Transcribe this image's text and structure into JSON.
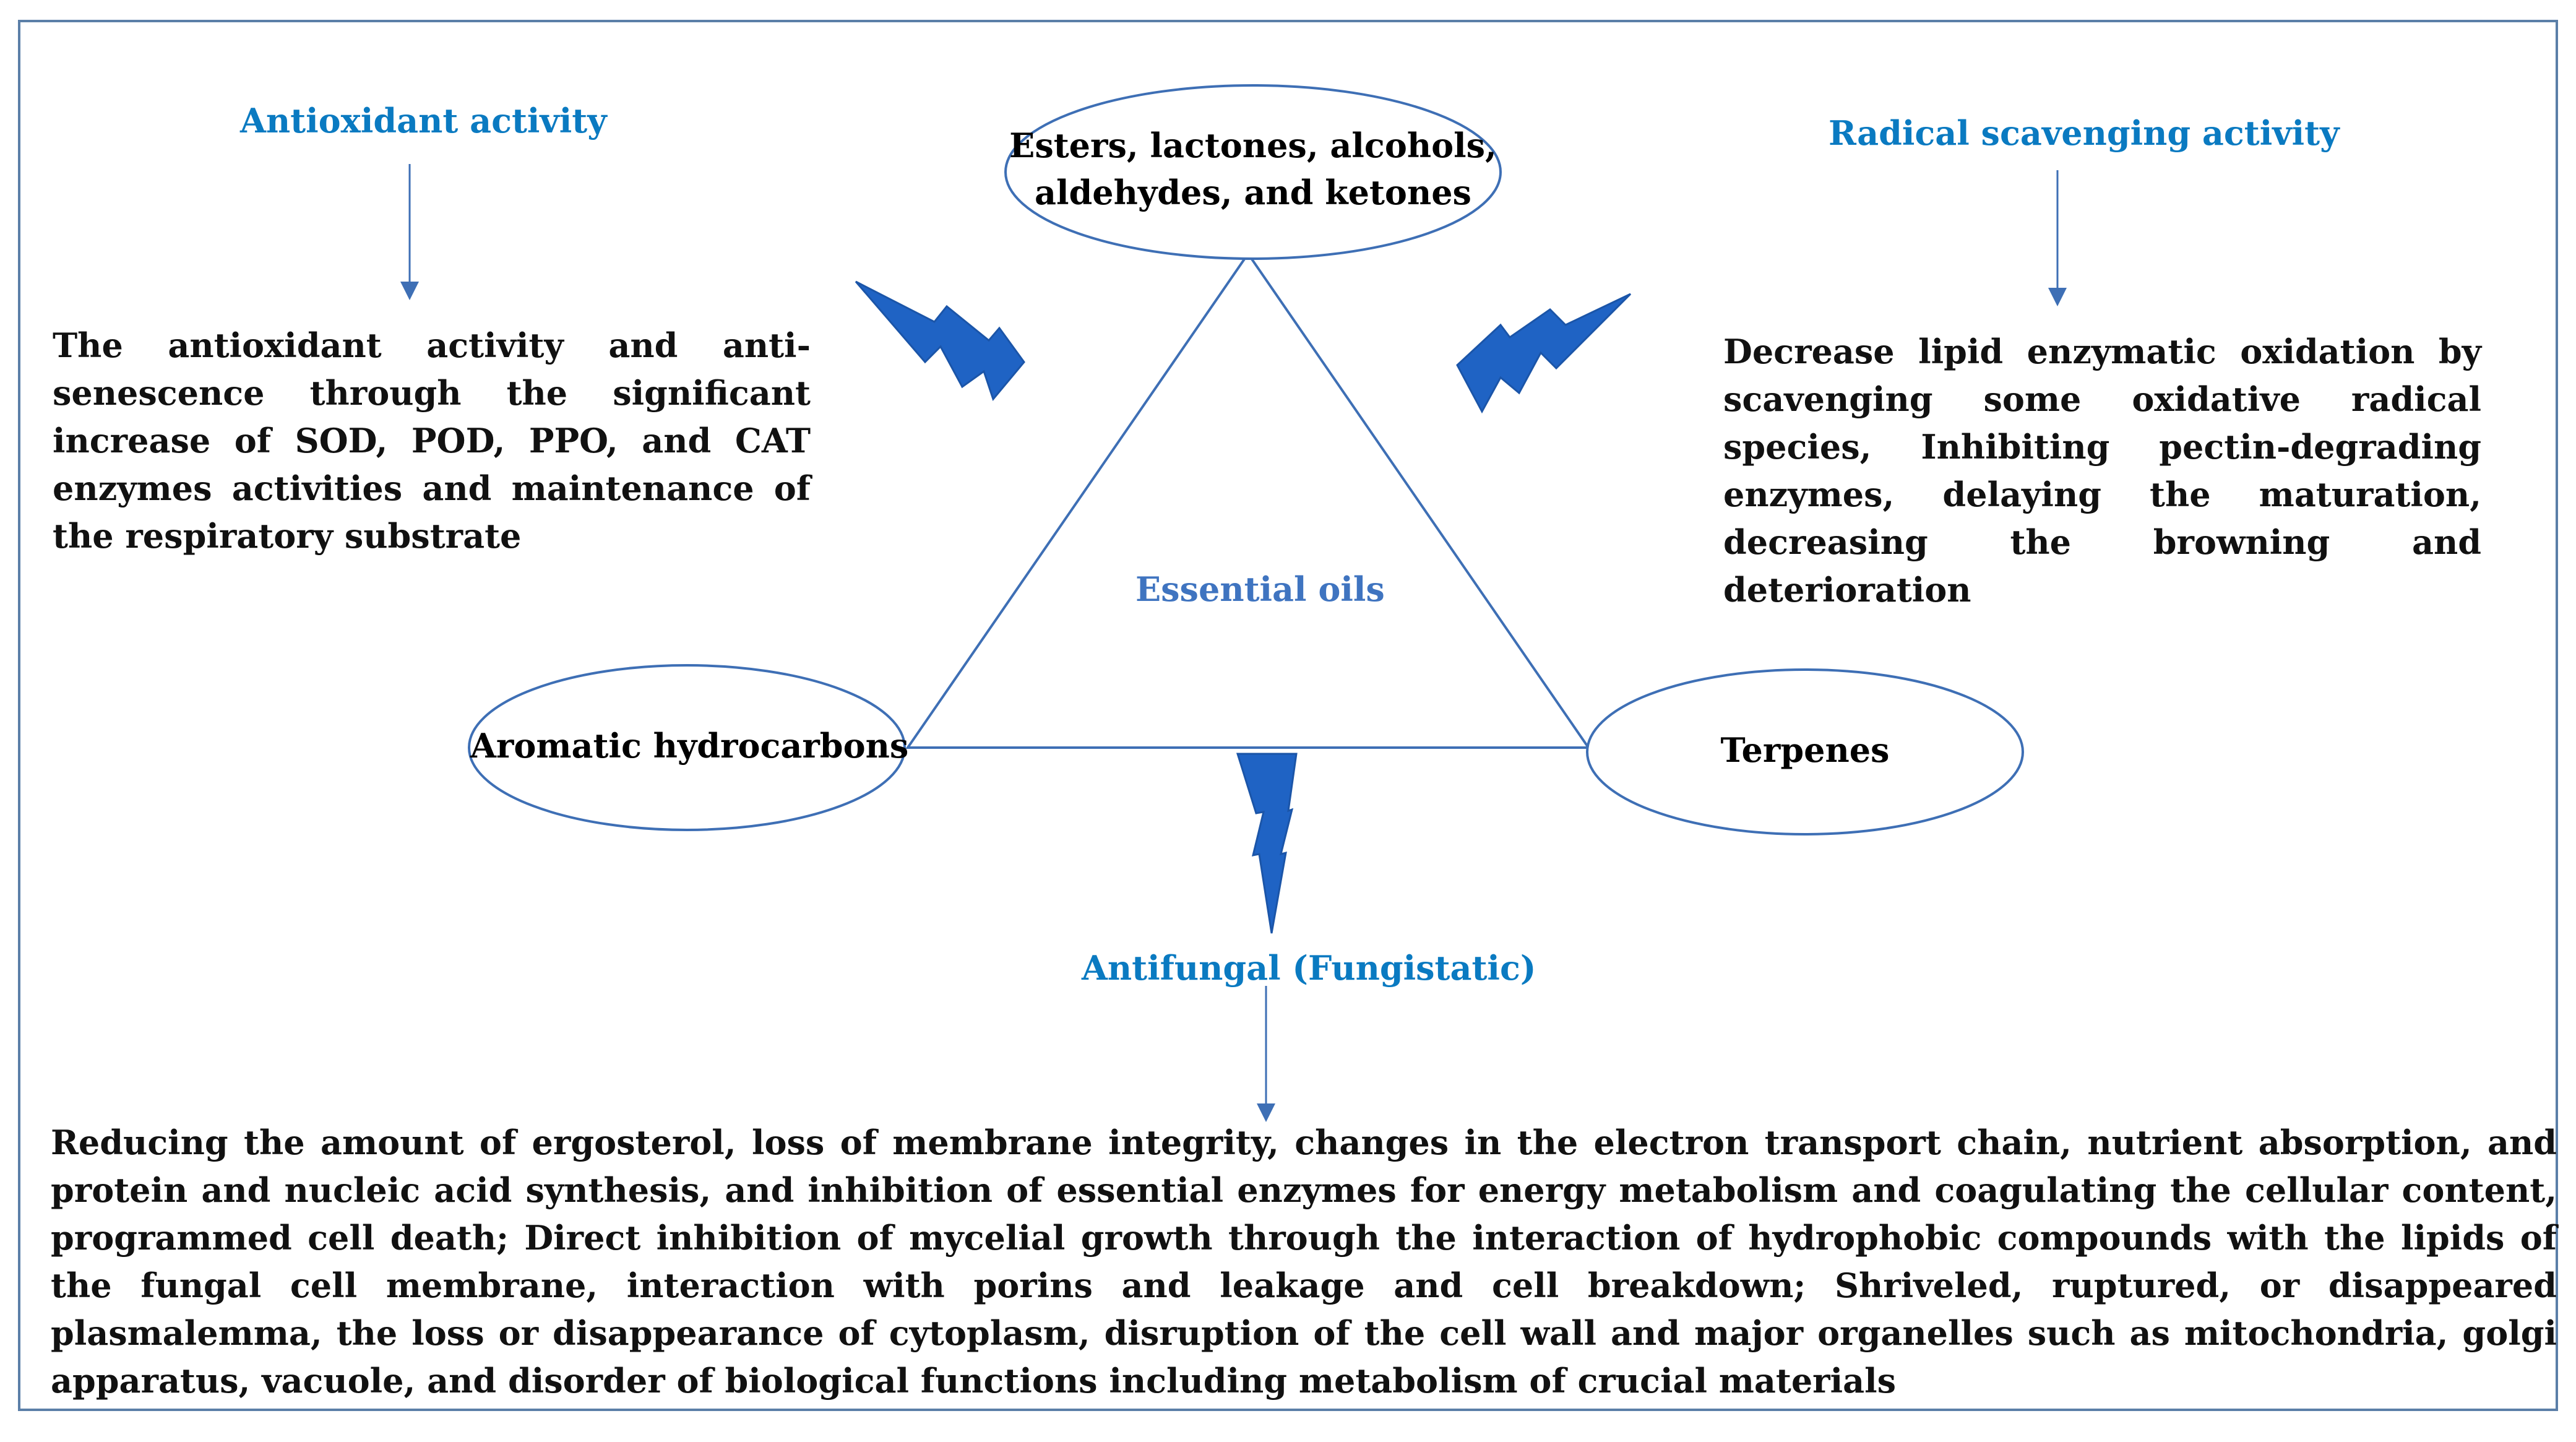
{
  "colors": {
    "heading": "#0a7ac1",
    "center_label": "#3f74c0",
    "lines": "#3e6fb5",
    "bolts": "#1f63c4",
    "frame": "#5b7fa8",
    "text": "#111111"
  },
  "center": {
    "label": "Essential oils"
  },
  "nodes": {
    "top": {
      "line1": "Esters, lactones, alcohols,",
      "line2": "aldehydes, and ketones"
    },
    "left": {
      "label": "Aromatic hydrocarbons"
    },
    "right": {
      "label": "Terpenes"
    }
  },
  "activities": {
    "antioxidant": {
      "title": "Antioxidant activity",
      "description": "The antioxidant activity and anti-senescence through the significant increase of SOD, POD, PPO, and CAT enzymes activities and maintenance of the respiratory substrate"
    },
    "radical": {
      "title": "Radical scavenging activity",
      "description": "Decrease lipid enzymatic oxidation by scavenging some oxidative radical species, Inhibiting pectin-degrading enzymes, delaying the maturation, decreasing the browning and deterioration"
    },
    "antifungal": {
      "title": "Antifungal (Fungistatic)",
      "description": "Reducing the amount of ergosterol, loss of membrane integrity, changes in the electron transport chain, nutrient absorption, and protein and nucleic acid synthesis, and inhibition of essential enzymes for energy metabolism and coagulating the cellular content, programmed cell death; Direct inhibition of mycelial growth through the interaction of hydrophobic compounds with the lipids of the fungal cell membrane, interaction with porins and leakage and cell breakdown; Shriveled, ruptured, or disappeared plasmalemma, the loss or disappearance of cytoplasm, disruption of the cell wall and major organelles such as mitochondria, golgi apparatus, vacuole, and disorder of biological functions including metabolism of crucial materials"
    }
  },
  "icons": {
    "bolt": "lightning-bolt-icon",
    "arrow": "arrow-down-icon"
  }
}
